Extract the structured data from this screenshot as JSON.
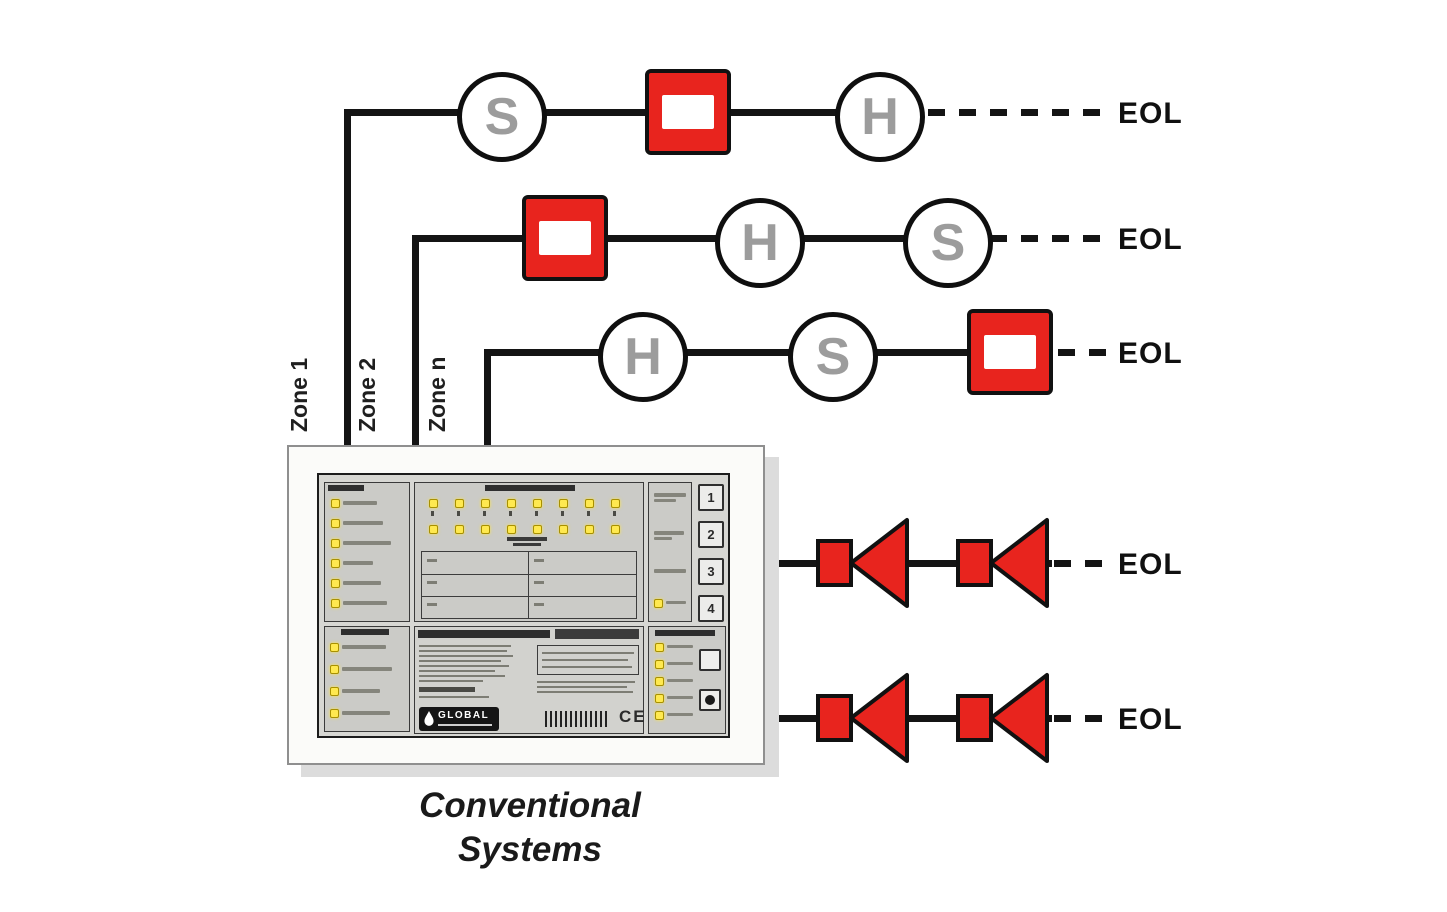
{
  "diagram": {
    "title": {
      "line1": "Conventional",
      "line2": "Systems"
    },
    "eol": "EOL",
    "zones": [
      {
        "label": "Zone 1",
        "devices": [
          {
            "type": "smoke-detector",
            "letter": "S"
          },
          {
            "type": "manual-call-point",
            "letter": ""
          },
          {
            "type": "heat-detector",
            "letter": "H"
          }
        ]
      },
      {
        "label": "Zone 2",
        "devices": [
          {
            "type": "manual-call-point",
            "letter": ""
          },
          {
            "type": "heat-detector",
            "letter": "H"
          },
          {
            "type": "smoke-detector",
            "letter": "S"
          }
        ]
      },
      {
        "label": "Zone n",
        "devices": [
          {
            "type": "heat-detector",
            "letter": "H"
          },
          {
            "type": "smoke-detector",
            "letter": "S"
          },
          {
            "type": "manual-call-point",
            "letter": ""
          }
        ]
      }
    ],
    "panel": {
      "brand": "GLOBAL",
      "ce_mark": "CE",
      "zone_buttons": [
        "1",
        "2",
        "3",
        "4"
      ]
    },
    "sounder_circuits": 2,
    "colors": {
      "device_red": "#e8241e",
      "line_black": "#141414",
      "letter_gray": "#9c9c9c",
      "led_yellow": "#ffe94f"
    }
  }
}
